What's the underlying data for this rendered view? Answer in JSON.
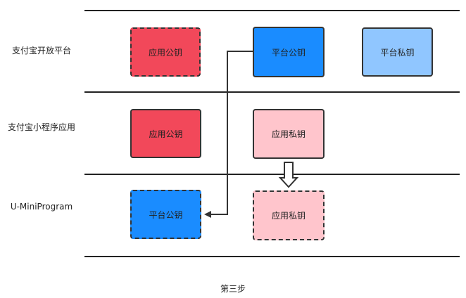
{
  "rows": [
    {
      "label": "支付宝开放平台"
    },
    {
      "label": "支付宝小程序应用"
    },
    {
      "label": "U-MiniProgram"
    }
  ],
  "keys": {
    "platform_app_public": "应用公钥",
    "platform_platform_public": "平台公钥",
    "platform_platform_private": "平台私钥",
    "app_app_public": "应用公钥",
    "app_app_private": "应用私钥",
    "mini_platform_public": "平台公钥",
    "mini_app_private": "应用私钥"
  },
  "caption": "第三步",
  "colors": {
    "red": "#f2485a",
    "blue": "#1a8cff",
    "light_blue": "#90c6ff",
    "pink": "#ffc5cc",
    "line": "#222222"
  }
}
